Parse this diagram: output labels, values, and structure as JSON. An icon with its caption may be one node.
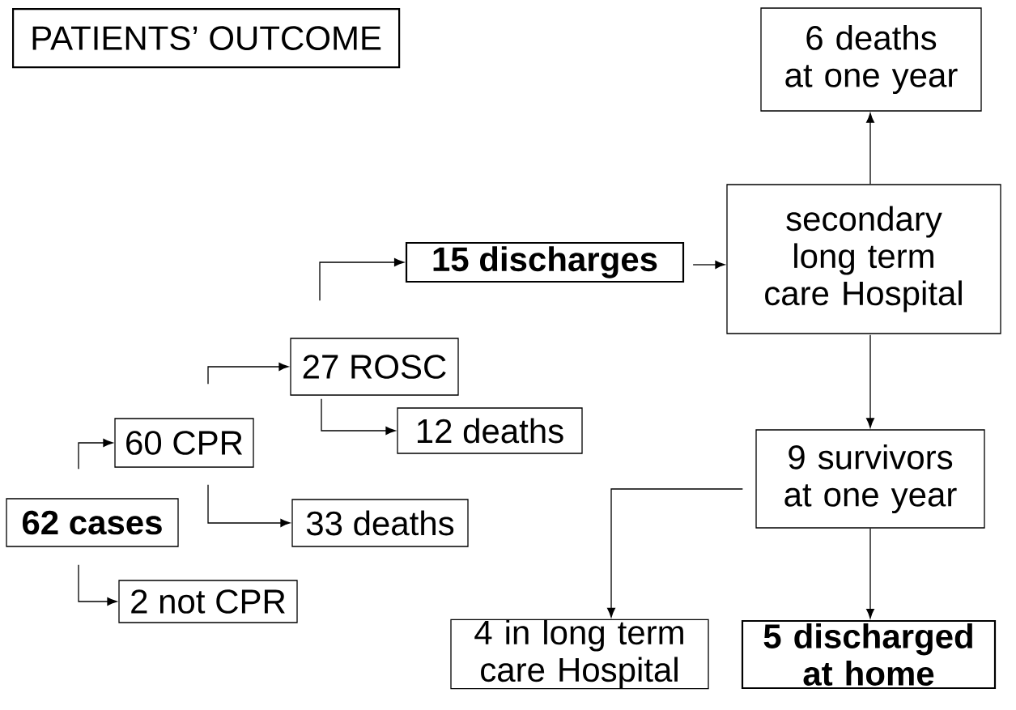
{
  "diagram": {
    "title": "PATIENTS’ OUTCOME",
    "nodes": [
      {
        "text": [
          "62 cases"
        ]
      },
      {
        "text": [
          "60 CPR"
        ]
      },
      {
        "text": [
          "2 not CPR"
        ]
      },
      {
        "text": [
          "27 ROSC"
        ]
      },
      {
        "text": [
          "33 deaths"
        ]
      },
      {
        "text": [
          "12 deaths"
        ]
      },
      {
        "text": [
          "15 discharges"
        ]
      },
      {
        "text": [
          "secondary long term care Hospital"
        ]
      },
      {
        "text": [
          "6 deaths at one year"
        ]
      },
      {
        "text": [
          "9 survivors at one year"
        ]
      },
      {
        "text": [
          "4 in long term care Hospital"
        ]
      },
      {
        "text": [
          "5 discharged at home"
        ]
      }
    ],
    "edges": [
      {
        "from": 0,
        "to": 1,
        "arrow": "to"
      },
      {
        "from": 0,
        "to": 2,
        "arrow": "to"
      },
      {
        "from": 1,
        "to": 3,
        "arrow": "to"
      },
      {
        "from": 1,
        "to": 4,
        "arrow": "to"
      },
      {
        "from": 3,
        "to": 6,
        "arrow": "to"
      },
      {
        "from": 3,
        "to": 5,
        "arrow": "to"
      },
      {
        "from": 6,
        "to": 7,
        "arrow": "to"
      },
      {
        "from": 7,
        "to": 8,
        "arrow": "to"
      },
      {
        "from": 7,
        "to": 9,
        "arrow": "to"
      },
      {
        "from": 9,
        "to": 10,
        "arrow": "to"
      },
      {
        "from": 9,
        "to": 11,
        "arrow": "to"
      }
    ]
  }
}
